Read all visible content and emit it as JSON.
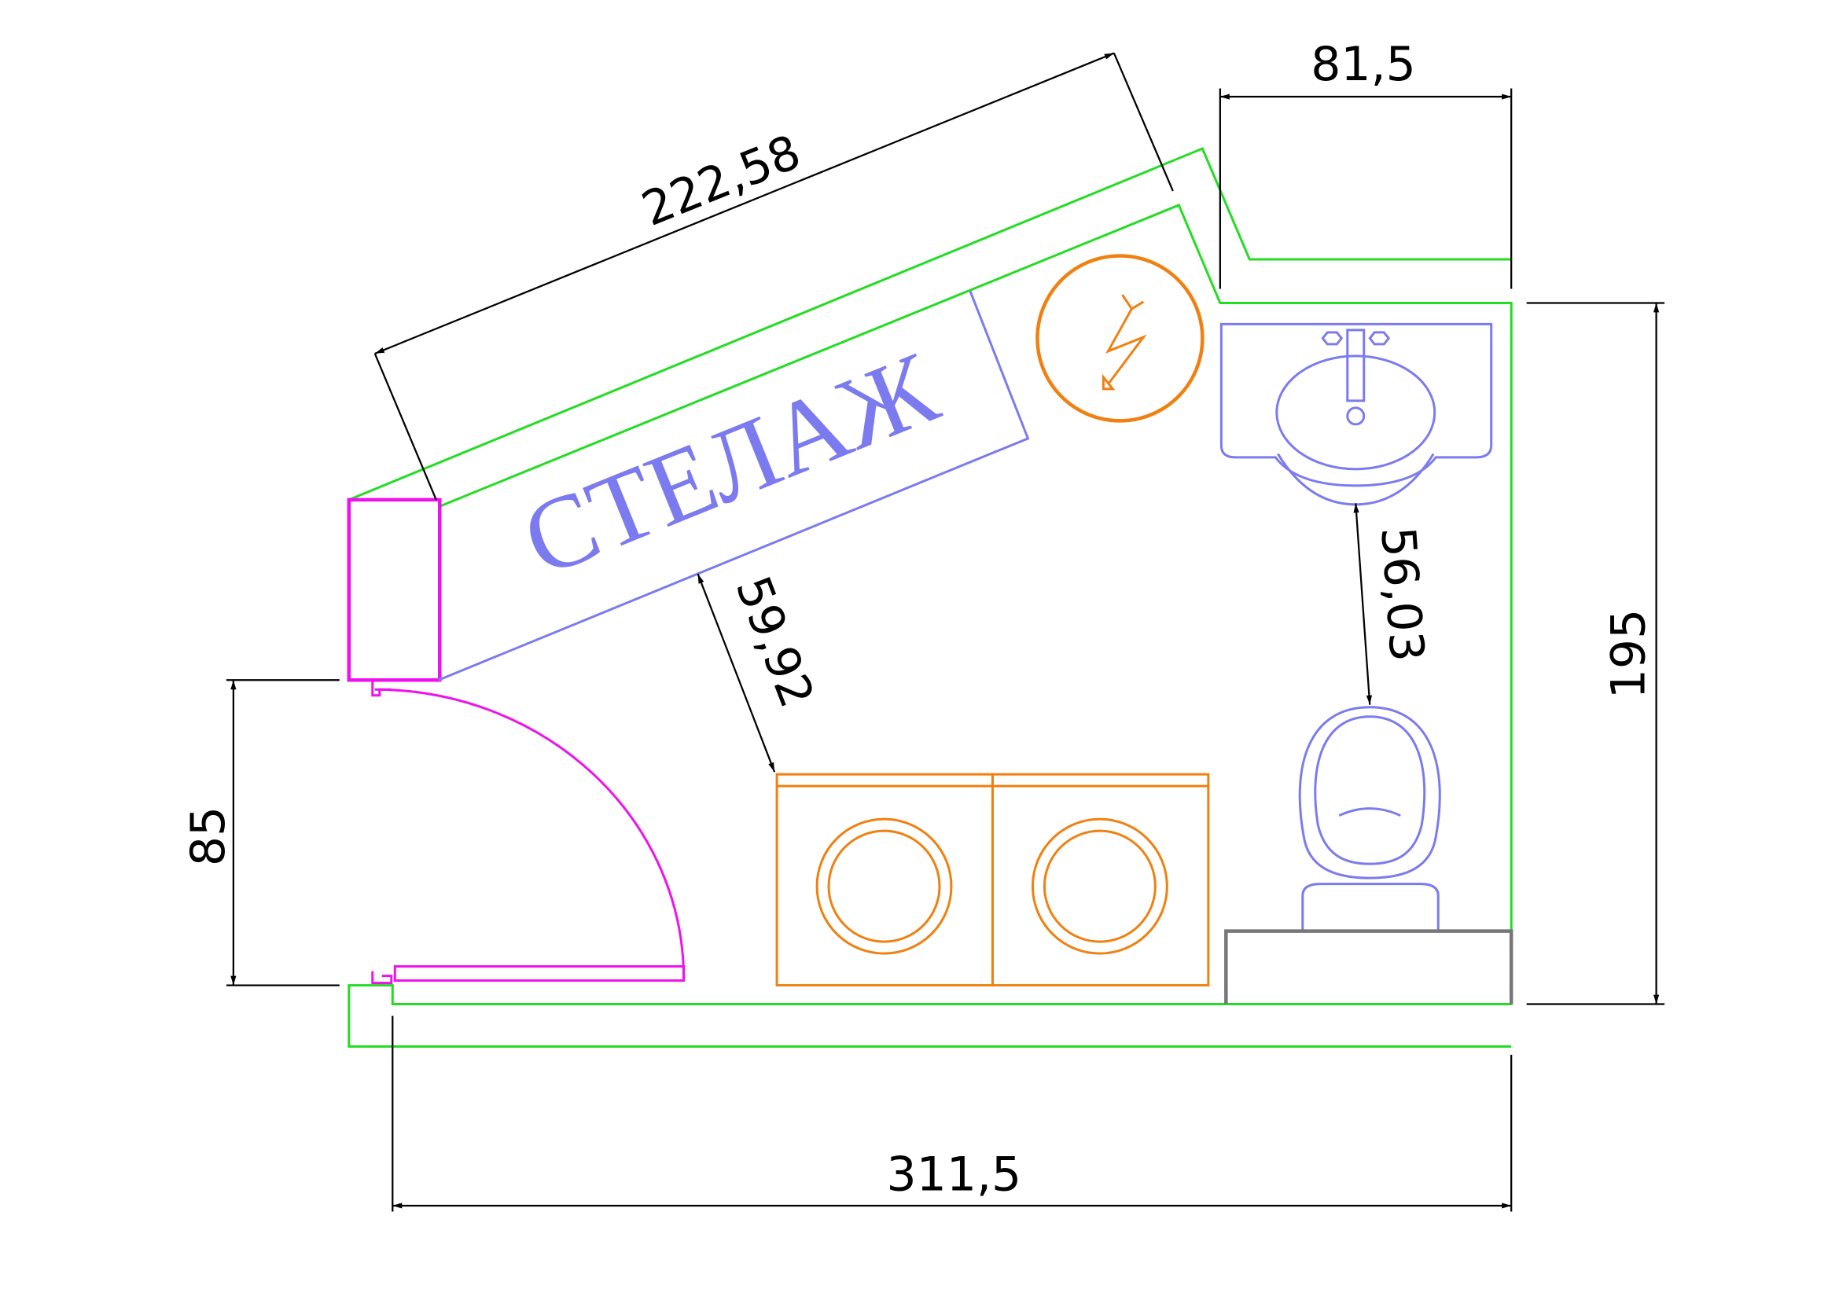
{
  "plan": {
    "label_shelf": "СТЕЛАЖ",
    "dimensions": {
      "diagonal_wall": "222,58",
      "top_right_width": "81,5",
      "right_height": "195",
      "bottom_width": "311,5",
      "door_width": "85",
      "shelf_to_washer": "59,92",
      "sink_to_toilet": "56,03"
    }
  },
  "colors": {
    "wall": "#22dd22",
    "fixtures": "#7b7bef",
    "appliances": "#f08010",
    "door": "#ee11ee",
    "dimension": "#000000",
    "base": "#777777"
  }
}
